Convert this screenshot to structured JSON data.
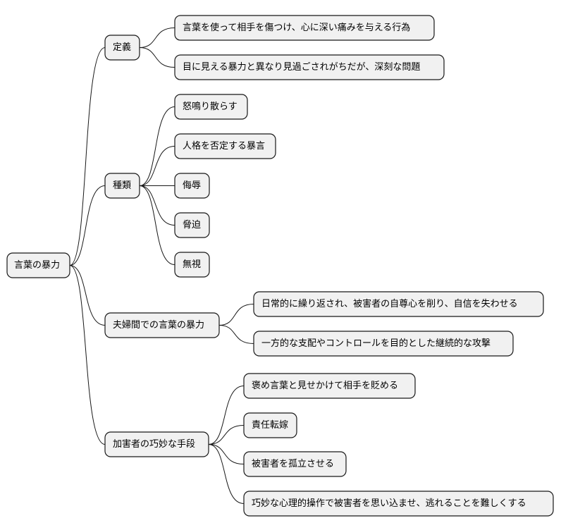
{
  "mindmap": {
    "root": "言葉の暴力",
    "branches": [
      {
        "label": "定義",
        "children": [
          "言葉を使って相手を傷つけ、心に深い痛みを与える行為",
          "目に見える暴力と異なり見過ごされがちだが、深刻な問題"
        ]
      },
      {
        "label": "種類",
        "children": [
          "怒鳴り散らす",
          "人格を否定する暴言",
          "侮辱",
          "脅迫",
          "無視"
        ]
      },
      {
        "label": "夫婦間での言葉の暴力",
        "children": [
          "日常的に繰り返され、被害者の自尊心を削り、自信を失わせる",
          "一方的な支配やコントロールを目的とした継続的な攻撃"
        ]
      },
      {
        "label": "加害者の巧妙な手段",
        "children": [
          "褒め言葉と見せかけて相手を貶める",
          "責任転嫁",
          "被害者を孤立させる",
          "巧妙な心理的操作で被害者を思い込ませ、逃れることを難しくする"
        ]
      }
    ]
  }
}
